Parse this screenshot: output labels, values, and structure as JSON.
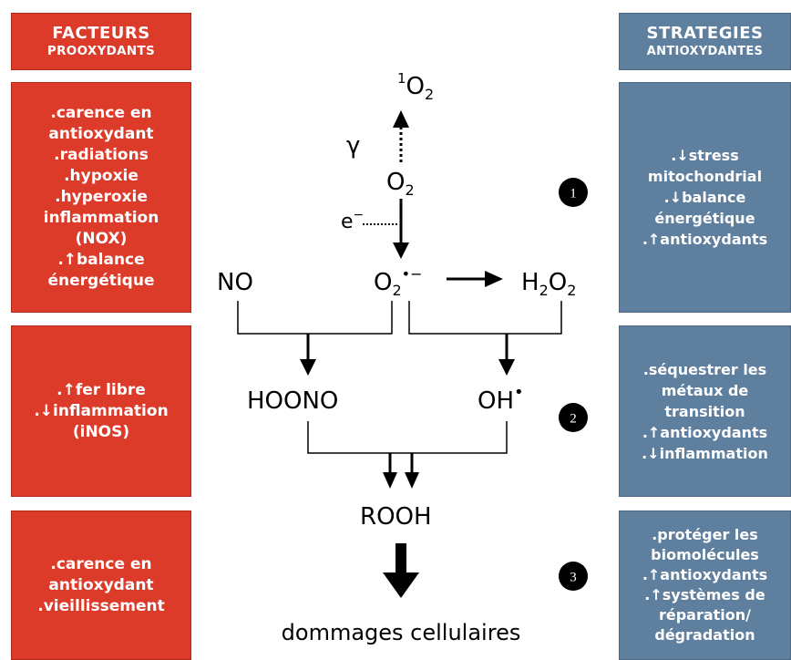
{
  "left": {
    "header": {
      "title": "FACTEURS",
      "subtitle": "PROOXYDANTS"
    },
    "box1": [
      ".carence en",
      "antioxydant",
      ".radiations",
      ".hypoxie",
      ".hyperoxie",
      "inflammation",
      "(NOX)",
      ".↑balance",
      "énergétique"
    ],
    "box2": [
      ".↑fer libre",
      ".↓inflammation",
      "(iNOS)"
    ],
    "box3": [
      ".carence en",
      "antioxydant",
      ".vieillissement"
    ]
  },
  "right": {
    "header": {
      "title": "STRATEGIES",
      "subtitle": "ANTIOXYDANTES"
    },
    "box1": [
      ".↓stress",
      "mitochondrial",
      ".↓balance",
      "énergétique",
      ".↑antioxydants"
    ],
    "box2": [
      ".séquestrer les",
      "métaux de",
      "transition",
      ".↑antioxydants",
      ".↓inflammation"
    ],
    "box3": [
      ".protéger les",
      "biomolécules",
      ".↑antioxydants",
      ".↑systèmes de",
      "réparation/",
      "dégradation"
    ]
  },
  "diagram": {
    "singlet_oxygen": {
      "sup": "1",
      "base": "O",
      "sub": "2"
    },
    "gamma": "γ",
    "oxygen": {
      "base": "O",
      "sub": "2"
    },
    "electron": {
      "base": "e",
      "sup": "−"
    },
    "no": "NO",
    "superoxide": {
      "base": "O",
      "sub": "2",
      "sup": "•−"
    },
    "peroxide": {
      "p1": "H",
      "s1": "2",
      "p2": "O",
      "s2": "2"
    },
    "hoono": "HOONO",
    "hydroxyl": {
      "base": "OH",
      "sup": "•"
    },
    "rooh": "ROOH",
    "damage": "dommages cellulaires"
  },
  "badges": [
    "1",
    "2",
    "3"
  ]
}
